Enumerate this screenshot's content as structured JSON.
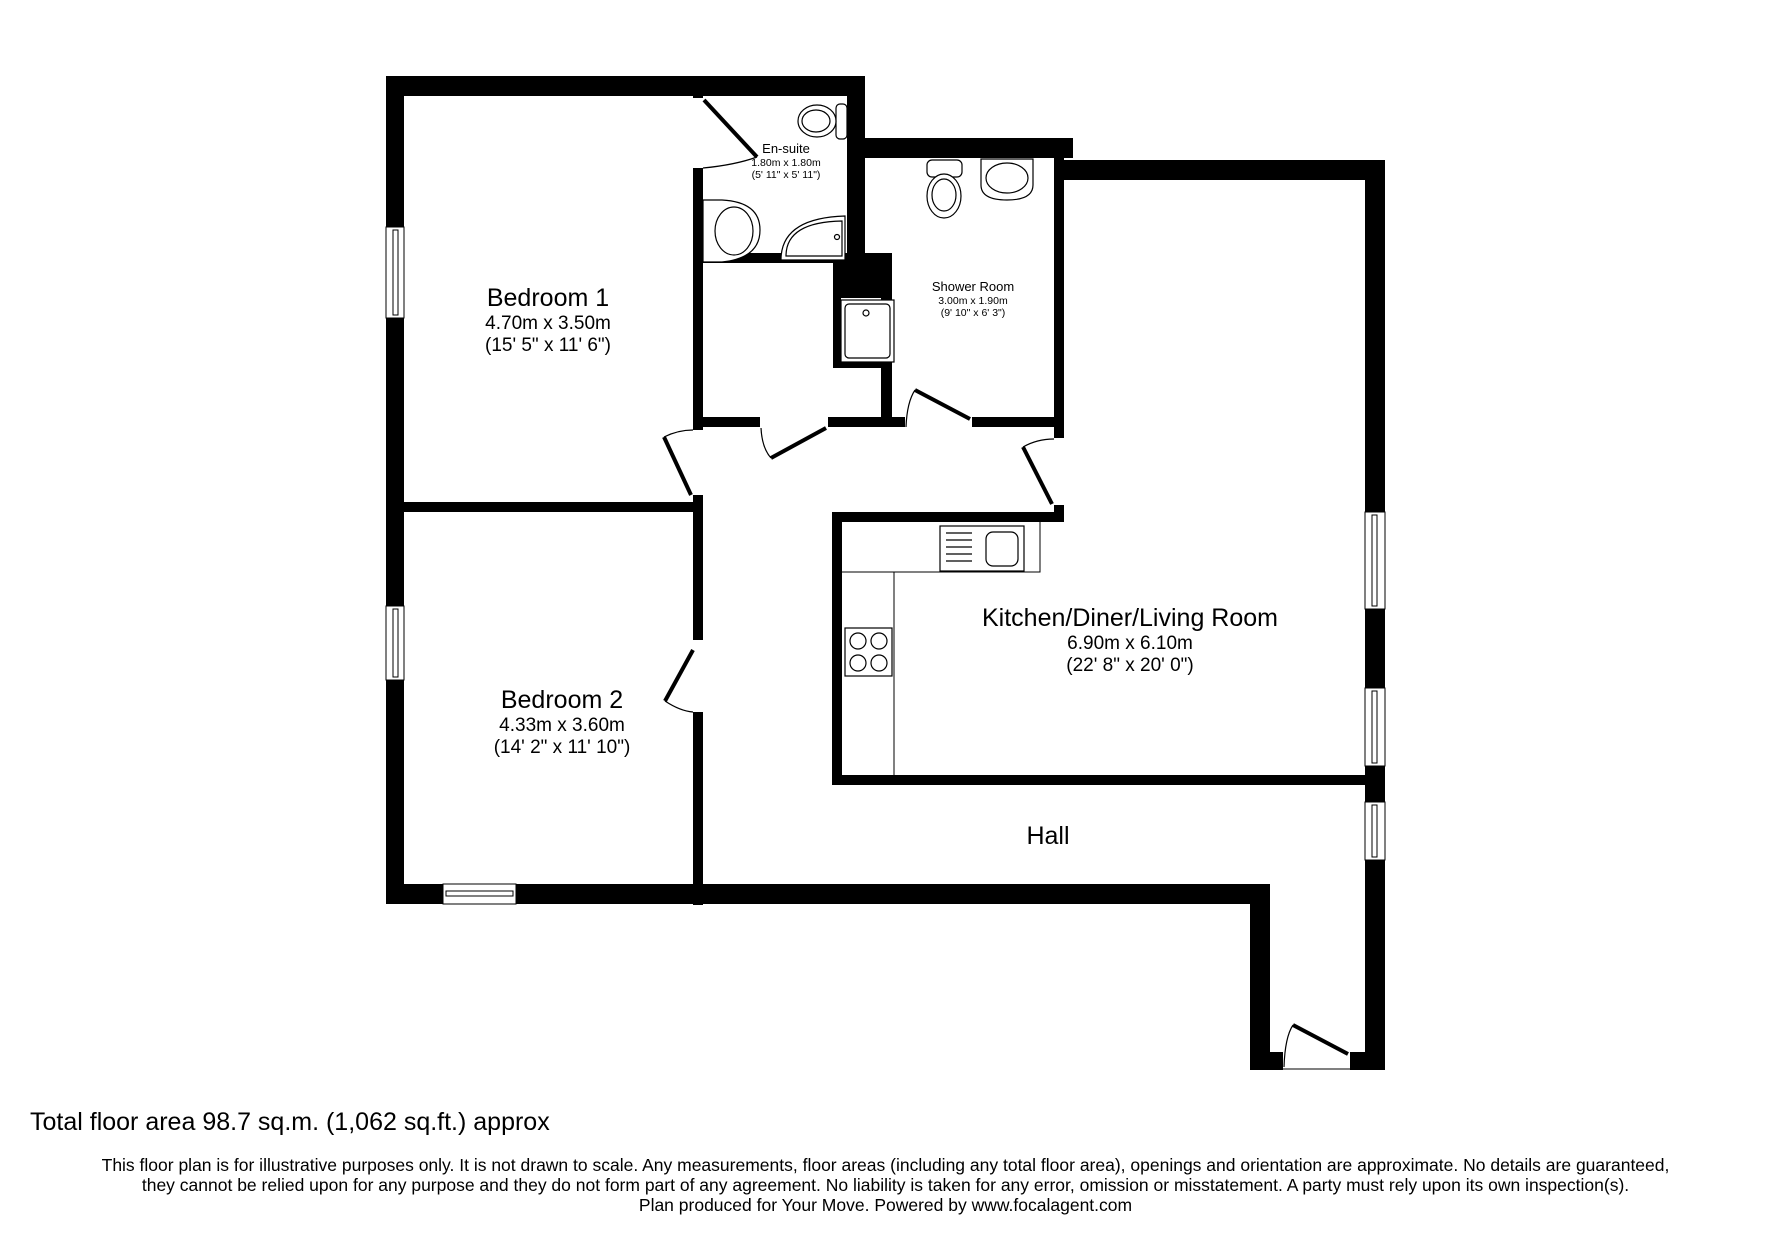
{
  "rooms": {
    "bedroom1": {
      "name": "Bedroom 1",
      "metric": "4.70m x 3.50m",
      "imperial": "(15' 5\" x 11' 6\")"
    },
    "ensuite": {
      "name": "En-suite",
      "metric": "1.80m x 1.80m",
      "imperial": "(5' 11\" x 5' 11\")"
    },
    "shower": {
      "name": "Shower Room",
      "metric": "3.00m x 1.90m",
      "imperial": "(9' 10\" x 6' 3\")"
    },
    "kitchen": {
      "name": "Kitchen/Diner/Living Room",
      "metric": "6.90m x 6.10m",
      "imperial": "(22' 8\" x 20' 0\")"
    },
    "bedroom2": {
      "name": "Bedroom 2",
      "metric": "4.33m x 3.60m",
      "imperial": "(14' 2\" x 11' 10\")"
    },
    "hall": {
      "name": "Hall"
    }
  },
  "footer": {
    "total_area": "Total floor area 98.7 sq.m. (1,062 sq.ft.) approx",
    "disclaimer_lines": [
      "This floor plan is for illustrative purposes only. It is not drawn to scale. Any measurements, floor areas (including any total floor area), openings and orientation are approximate. No details are guaranteed,",
      "they cannot be relied upon for any purpose and they do not form part of any agreement. No liability is taken for any error, omission or misstatement. A party must rely upon its own inspection(s).",
      "Plan produced for Your Move. Powered by www.focalagent.com"
    ]
  },
  "colors": {
    "wall": "#000000",
    "background": "#ffffff",
    "fixture_stroke": "#000000"
  }
}
